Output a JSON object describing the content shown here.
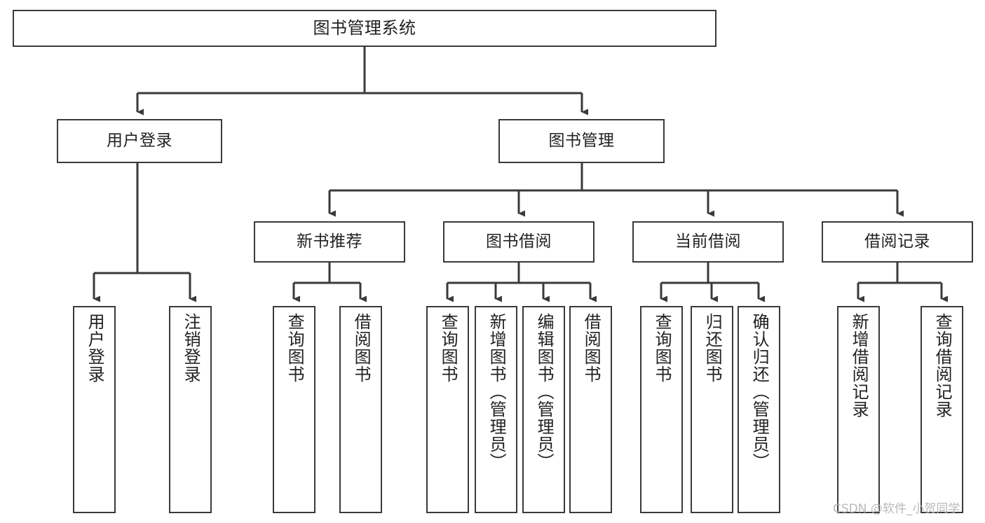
{
  "diagram": {
    "title": "图书管理系统",
    "type": "tree-hierarchy",
    "orientation": "top-down",
    "line_color": "#3a3a3a",
    "box_fill": "#ffffff",
    "background": "#ffffff",
    "nodes": {
      "root": {
        "label": "图书管理系统"
      },
      "level2": [
        {
          "label": "用户登录"
        },
        {
          "label": "图书管理"
        }
      ],
      "level3": [
        {
          "label": "新书推荐"
        },
        {
          "label": "图书借阅"
        },
        {
          "label": "当前借阅"
        },
        {
          "label": "借阅记录"
        }
      ],
      "leaves": {
        "user_login": [
          {
            "label": "用户登录"
          },
          {
            "label": "注销登录"
          }
        ],
        "new_book_recommend": [
          {
            "label": "查询图书"
          },
          {
            "label": "借阅图书"
          }
        ],
        "book_borrow": [
          {
            "label": "查询图书"
          },
          {
            "label": "新增图书（管理员）"
          },
          {
            "label": "编辑图书（管理员）"
          },
          {
            "label": "借阅图书"
          }
        ],
        "current_borrow": [
          {
            "label": "查询图书"
          },
          {
            "label": "归还图书"
          },
          {
            "label": "确认归还（管理员）"
          }
        ],
        "borrow_record": [
          {
            "label": "新增借阅记录"
          },
          {
            "label": "查询借阅记录"
          }
        ]
      }
    }
  },
  "watermark": {
    "text": "CSDN @软件_小贺同学"
  }
}
